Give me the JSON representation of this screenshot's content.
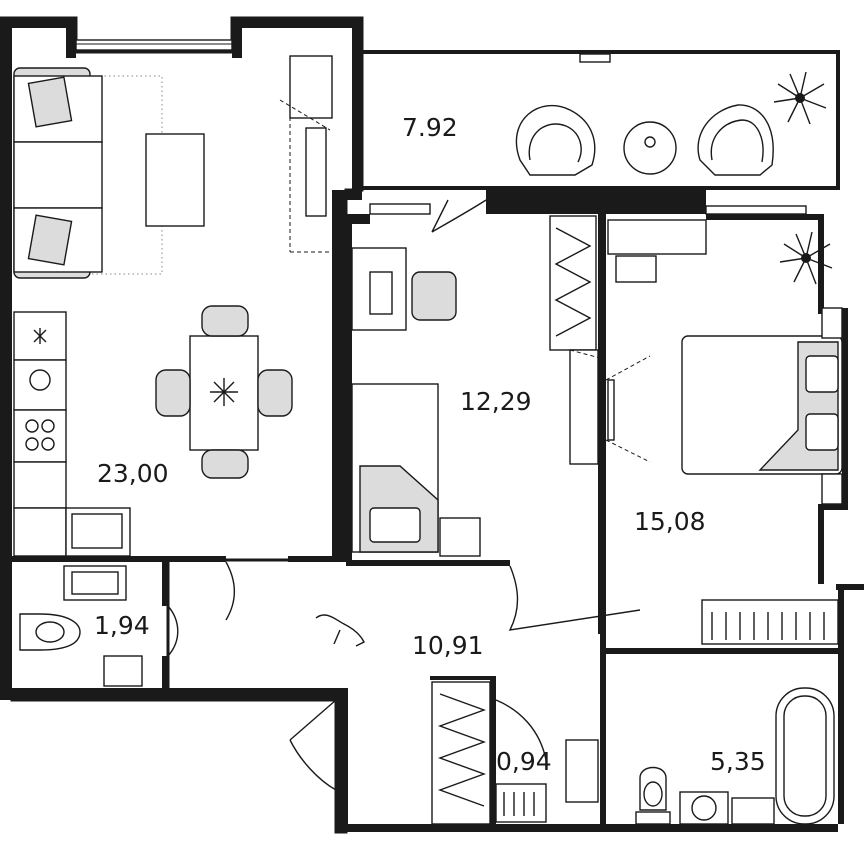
{
  "floor_plan": {
    "rooms": [
      {
        "id": "living-kitchen",
        "area": "23,00"
      },
      {
        "id": "balcony",
        "area": "7.92"
      },
      {
        "id": "bedroom-study",
        "area": "12,29"
      },
      {
        "id": "bedroom",
        "area": "15,08"
      },
      {
        "id": "toilet",
        "area": "1,94"
      },
      {
        "id": "hallway",
        "area": "10,91"
      },
      {
        "id": "closet",
        "area": "0,94"
      },
      {
        "id": "bathroom",
        "area": "5,35"
      }
    ],
    "colors": {
      "wall": "#1a1a1a",
      "furniture_fill": "#dcdcdc",
      "background": "#ffffff"
    }
  }
}
